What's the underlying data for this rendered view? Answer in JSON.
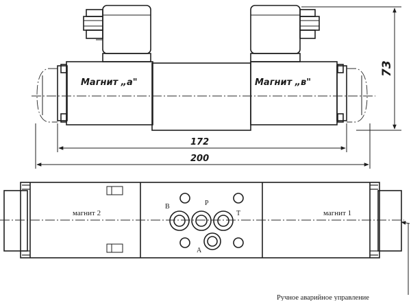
{
  "side_view": {
    "label_left": "Магнит „а\"",
    "label_right": "Магнит „в\"",
    "dim_height": "73",
    "dim_inner": "172",
    "dim_outer": "200"
  },
  "plan_view": {
    "label_left": "магнит 2",
    "label_right": "магнит 1",
    "port_b": "B",
    "port_p": "P",
    "port_t": "T",
    "port_a": "A",
    "caption": "Ручное аварийное управление"
  }
}
